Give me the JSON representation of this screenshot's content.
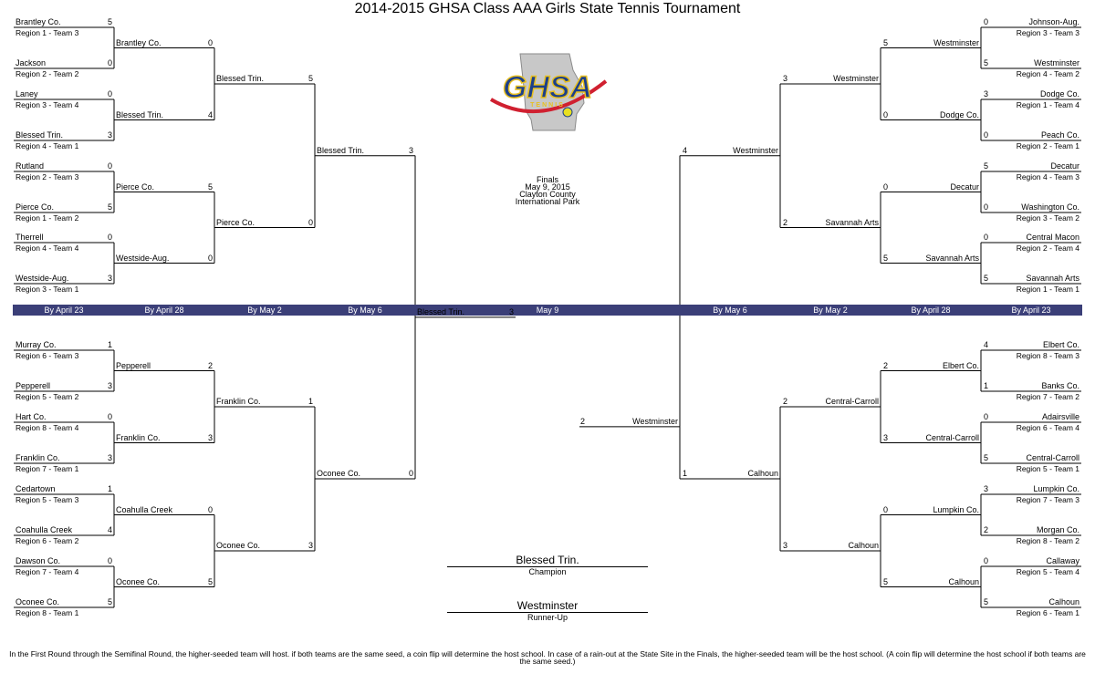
{
  "title": "2014-2015 GHSA Class AAA Girls State Tennis Tournament",
  "logo": {
    "text": "GHSA",
    "subtext": "TENNIS",
    "icon": "georgia-state-tennis-ball-logo"
  },
  "finals_info": [
    "Finals",
    "May 9, 2015",
    "Clayton County",
    "International Park"
  ],
  "round_dates_left": [
    "By April 23",
    "By April 28",
    "By May 2",
    "By May 6"
  ],
  "final_date": "May 9",
  "round_dates_right": [
    "By May 6",
    "By May 2",
    "By April 28",
    "By April 23"
  ],
  "champion": {
    "name": "Blessed Trin.",
    "label": "Champion"
  },
  "runner_up": {
    "name": "Westminster",
    "label": "Runner-Up"
  },
  "footnote": "In the First Round through the Semifinal Round, the higher-seeded team will host.  if both teams are the same seed, a coin flip will determine the host school.  In case of a rain-out at the State Site in the Finals, the higher-seeded team will be the host school. (A coin flip will determine the host school if both teams are the same seed.)",
  "left": {
    "r1": [
      {
        "team": "Brantley Co.",
        "seed": "Region 1 - Team 3",
        "score": "5"
      },
      {
        "team": "Jackson",
        "seed": "Region 2 - Team 2",
        "score": "0"
      },
      {
        "team": "Laney",
        "seed": "Region 3 - Team 4",
        "score": "0"
      },
      {
        "team": "Blessed Trin.",
        "seed": "Region 4 - Team 1",
        "score": "3"
      },
      {
        "team": "Rutland",
        "seed": "Region 2 - Team 3",
        "score": "0"
      },
      {
        "team": "Pierce Co.",
        "seed": "Region 1 - Team 2",
        "score": "5"
      },
      {
        "team": "Therrell",
        "seed": "Region 4 - Team 4",
        "score": "0"
      },
      {
        "team": "Westside-Aug.",
        "seed": "Region 3 - Team 1",
        "score": "3"
      },
      {
        "team": "Murray Co.",
        "seed": "Region 6 - Team 3",
        "score": "1"
      },
      {
        "team": "Pepperell",
        "seed": "Region 5 - Team 2",
        "score": "3"
      },
      {
        "team": "Hart Co.",
        "seed": "Region 8 - Team 4",
        "score": "0"
      },
      {
        "team": "Franklin Co.",
        "seed": "Region 7 - Team 1",
        "score": "3"
      },
      {
        "team": "Cedartown",
        "seed": "Region 5 - Team 3",
        "score": "1"
      },
      {
        "team": "Coahulla Creek",
        "seed": "Region 6 - Team 2",
        "score": "4"
      },
      {
        "team": "Dawson Co.",
        "seed": "Region 7 - Team 4",
        "score": "0"
      },
      {
        "team": "Oconee Co.",
        "seed": "Region 8 - Team 1",
        "score": "5"
      }
    ],
    "r2": [
      {
        "team": "Brantley Co.",
        "score": "0"
      },
      {
        "team": "Blessed Trin.",
        "score": "4"
      },
      {
        "team": "Pierce Co.",
        "score": "5"
      },
      {
        "team": "Westside-Aug.",
        "score": "0"
      },
      {
        "team": "Pepperell",
        "score": "2"
      },
      {
        "team": "Franklin Co.",
        "score": "3"
      },
      {
        "team": "Coahulla Creek",
        "score": "0"
      },
      {
        "team": "Oconee Co.",
        "score": "5"
      }
    ],
    "r3": [
      {
        "team": "Blessed Trin.",
        "score": "5"
      },
      {
        "team": "Pierce Co.",
        "score": "0"
      },
      {
        "team": "Franklin Co.",
        "score": "1"
      },
      {
        "team": "Oconee Co.",
        "score": "3"
      }
    ],
    "r4": [
      {
        "team": "Blessed Trin.",
        "score": "3"
      },
      {
        "team": "Oconee Co.",
        "score": "0"
      }
    ],
    "final": {
      "team": "Blessed Trin.",
      "score": "3"
    }
  },
  "right": {
    "r1": [
      {
        "team": "Johnson-Aug.",
        "seed": "Region 3 - Team 3",
        "score": "0"
      },
      {
        "team": "Westminster",
        "seed": "Region 4 - Team 2",
        "score": "5"
      },
      {
        "team": "Dodge Co.",
        "seed": "Region 1 - Team 4",
        "score": "3"
      },
      {
        "team": "Peach Co.",
        "seed": "Region 2 - Team 1",
        "score": "0"
      },
      {
        "team": "Decatur",
        "seed": "Region 4 - Team 3",
        "score": "5"
      },
      {
        "team": "Washington Co.",
        "seed": "Region 3 - Team 2",
        "score": "0"
      },
      {
        "team": "Central Macon",
        "seed": "Region 2 - Team 4",
        "score": "0"
      },
      {
        "team": "Savannah Arts",
        "seed": "Region 1 - Team 1",
        "score": "5"
      },
      {
        "team": "Elbert Co.",
        "seed": "Region 8 - Team 3",
        "score": "4"
      },
      {
        "team": "Banks Co.",
        "seed": "Region 7 - Team 2",
        "score": "1"
      },
      {
        "team": "Adairsville",
        "seed": "Region 6 - Team 4",
        "score": "0"
      },
      {
        "team": "Central-Carroll",
        "seed": "Region 5 - Team 1",
        "score": "5"
      },
      {
        "team": "Lumpkin Co.",
        "seed": "Region 7 - Team 3",
        "score": "3"
      },
      {
        "team": "Morgan Co.",
        "seed": "Region 8 - Team 2",
        "score": "2"
      },
      {
        "team": "Callaway",
        "seed": "Region 5 - Team 4",
        "score": "0"
      },
      {
        "team": "Calhoun",
        "seed": "Region 6 - Team 1",
        "score": "5"
      }
    ],
    "r2": [
      {
        "team": "Westminster",
        "score": "5"
      },
      {
        "team": "Dodge Co.",
        "score": "0"
      },
      {
        "team": "Decatur",
        "score": "0"
      },
      {
        "team": "Savannah Arts",
        "score": "5"
      },
      {
        "team": "Elbert Co.",
        "score": "2"
      },
      {
        "team": "Central-Carroll",
        "score": "3"
      },
      {
        "team": "Lumpkin Co.",
        "score": "0"
      },
      {
        "team": "Calhoun",
        "score": "5"
      }
    ],
    "r3": [
      {
        "team": "Westminster",
        "score": "3"
      },
      {
        "team": "Savannah Arts",
        "score": "2"
      },
      {
        "team": "Central-Carroll",
        "score": "2"
      },
      {
        "team": "Calhoun",
        "score": "3"
      }
    ],
    "r4": [
      {
        "team": "Westminster",
        "score": "4"
      },
      {
        "team": "Calhoun",
        "score": "1"
      }
    ],
    "final": {
      "team": "Westminster",
      "score": "2"
    }
  }
}
